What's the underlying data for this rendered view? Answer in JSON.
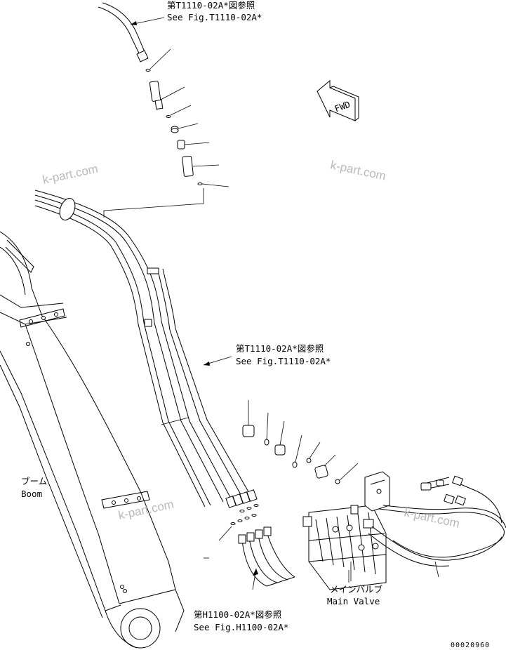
{
  "callouts": {
    "top_ref": {
      "jp": "第T1110-02A*図参照",
      "en": "See Fig.T1110-02A*"
    },
    "mid_ref": {
      "jp": "第T1110-02A*図参照",
      "en": "See Fig.T1110-02A*"
    },
    "bottom_ref": {
      "jp": "第H1100-02A*図参照",
      "en": "See Fig.H1100-02A*"
    },
    "boom": {
      "jp": "ブーム",
      "en": "Boom"
    },
    "main_valve": {
      "jp": "メインバルブ",
      "en": "Main Valve"
    },
    "fwd": "FWD"
  },
  "watermarks": [
    "k-part.com",
    "k-part.com",
    "k-part.com",
    "k-part.com"
  ],
  "drawing_code": "00020960"
}
